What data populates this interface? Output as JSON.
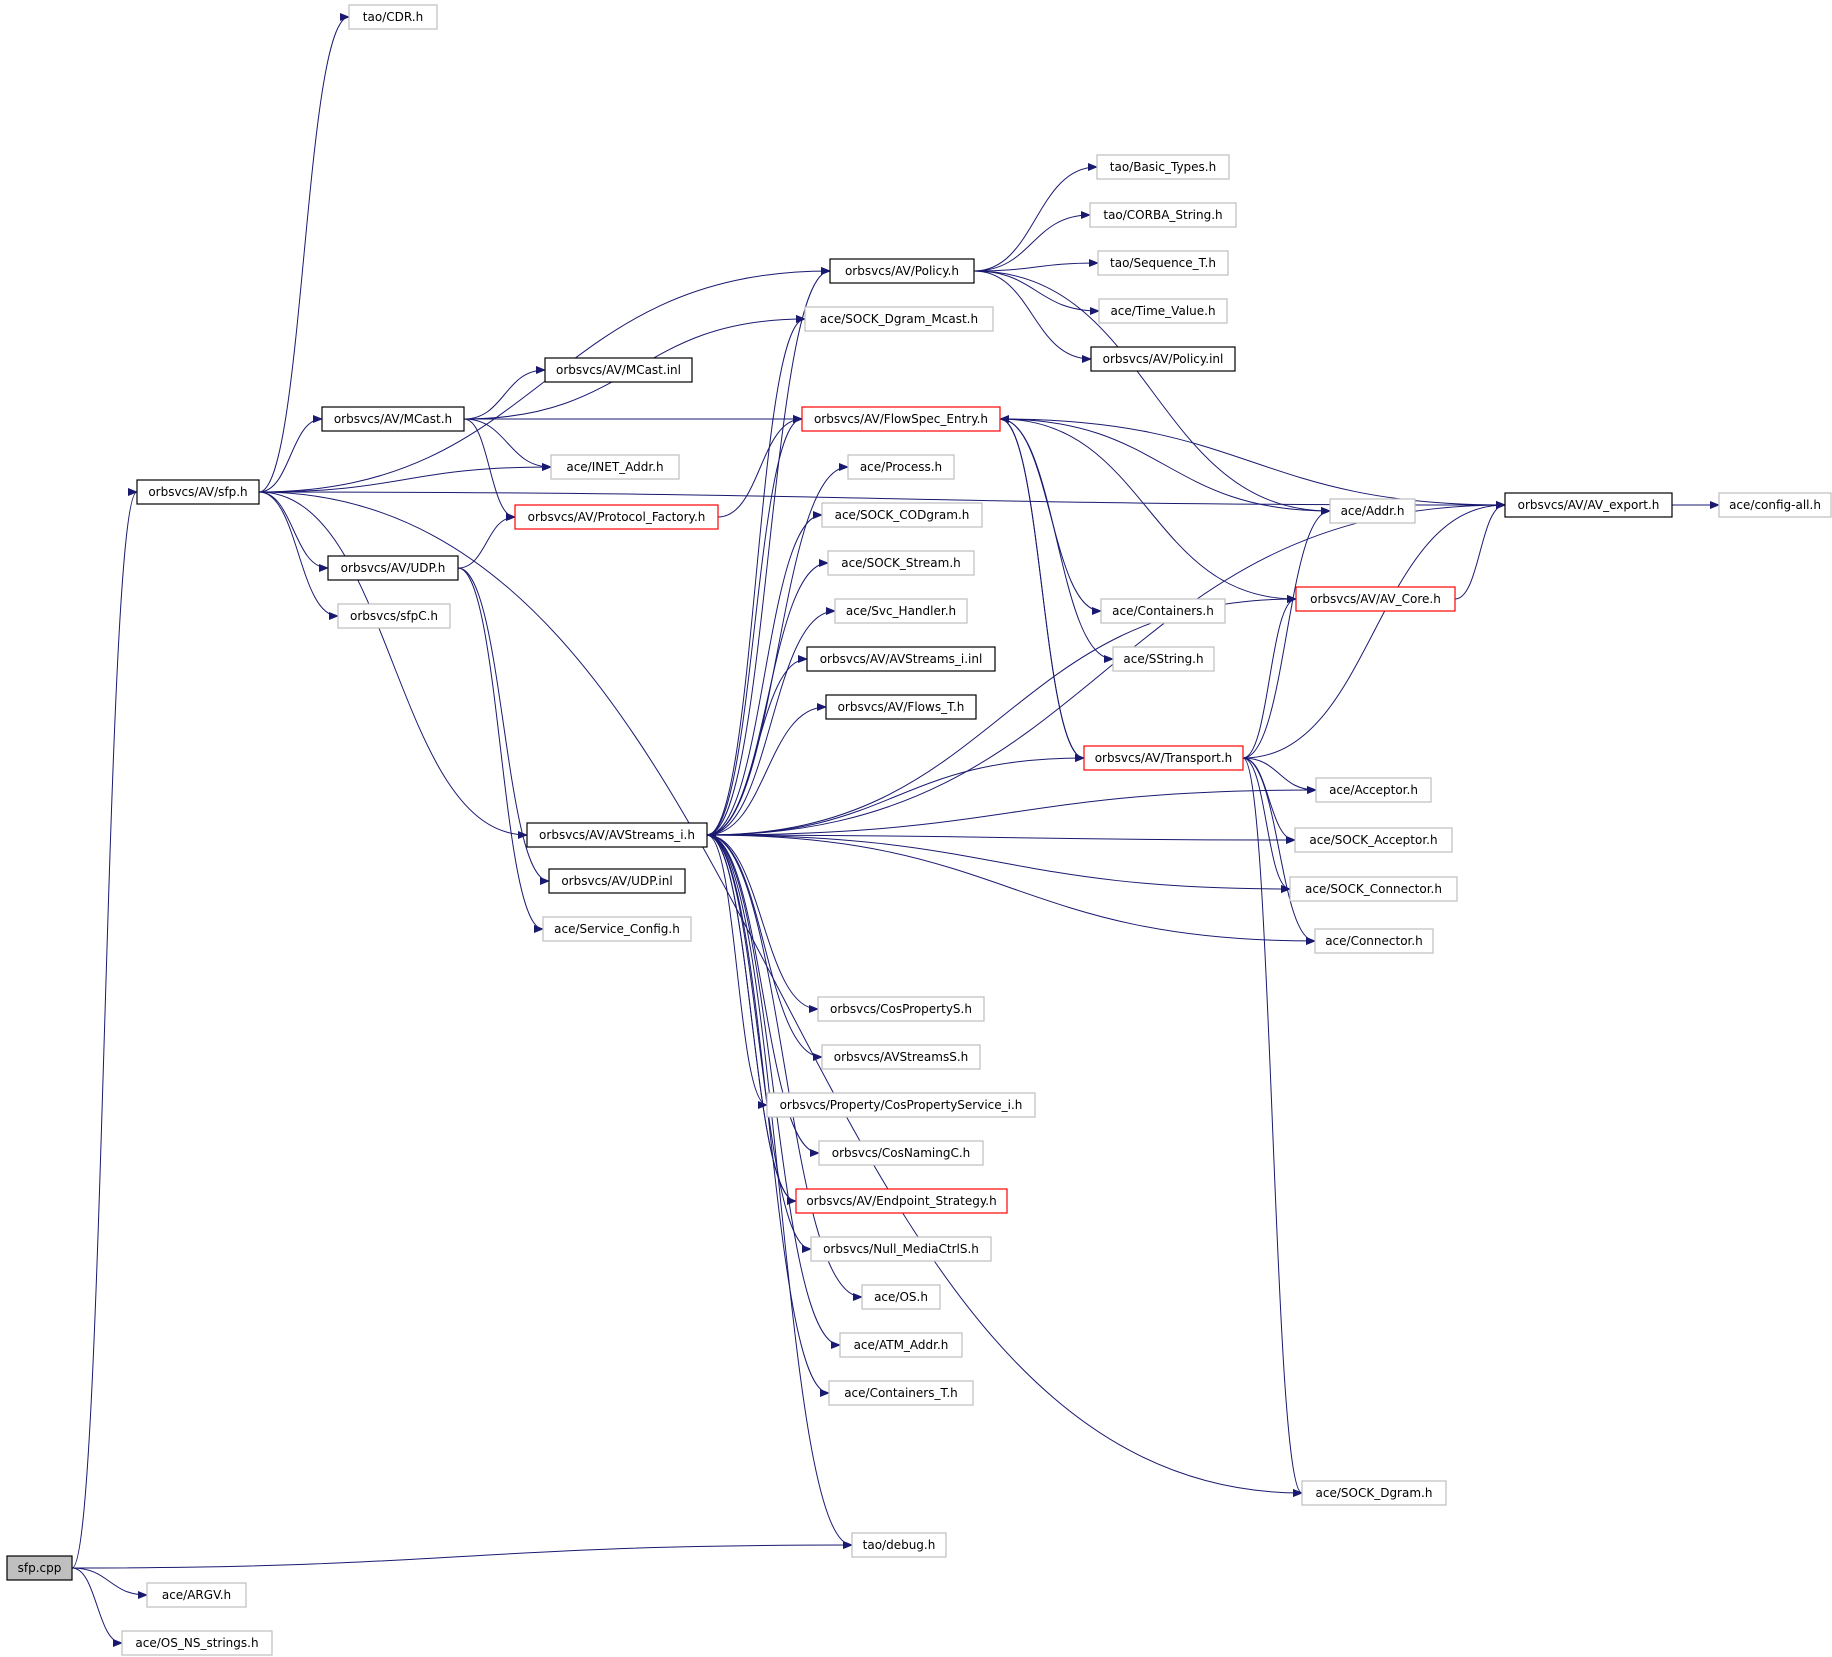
{
  "colors": {
    "edge": "#191970",
    "arrow": "#191970",
    "border_documented": "#000000",
    "border_undocumented": "#bfbfbf",
    "border_truncated": "#ff0000",
    "root_fill": "#bfbfbf",
    "fill": "#ffffff"
  },
  "nodes": [
    {
      "id": "sfp_cpp",
      "label": "sfp.cpp",
      "style": "root"
    },
    {
      "id": "sfp_h",
      "label": "orbsvcs/AV/sfp.h",
      "style": "documented"
    },
    {
      "id": "cdr",
      "label": "tao/CDR.h",
      "style": "undocumented"
    },
    {
      "id": "mcast_h",
      "label": "orbsvcs/AV/MCast.h",
      "style": "documented"
    },
    {
      "id": "udp_h",
      "label": "orbsvcs/AV/UDP.h",
      "style": "documented"
    },
    {
      "id": "sfpc",
      "label": "orbsvcs/sfpC.h",
      "style": "undocumented"
    },
    {
      "id": "mcast_inl",
      "label": "orbsvcs/AV/MCast.inl",
      "style": "documented"
    },
    {
      "id": "inet_addr",
      "label": "ace/INET_Addr.h",
      "style": "undocumented"
    },
    {
      "id": "proto_fact",
      "label": "orbsvcs/AV/Protocol_Factory.h",
      "style": "truncated"
    },
    {
      "id": "avstreams_i",
      "label": "orbsvcs/AV/AVStreams_i.h",
      "style": "documented"
    },
    {
      "id": "udp_inl",
      "label": "orbsvcs/AV/UDP.inl",
      "style": "documented"
    },
    {
      "id": "svc_config",
      "label": "ace/Service_Config.h",
      "style": "undocumented"
    },
    {
      "id": "policy_h",
      "label": "orbsvcs/AV/Policy.h",
      "style": "documented"
    },
    {
      "id": "sock_dgram_mcast",
      "label": "ace/SOCK_Dgram_Mcast.h",
      "style": "undocumented"
    },
    {
      "id": "flowspec",
      "label": "orbsvcs/AV/FlowSpec_Entry.h",
      "style": "truncated"
    },
    {
      "id": "process",
      "label": "ace/Process.h",
      "style": "undocumented"
    },
    {
      "id": "sock_codgram",
      "label": "ace/SOCK_CODgram.h",
      "style": "undocumented"
    },
    {
      "id": "sock_stream",
      "label": "ace/SOCK_Stream.h",
      "style": "undocumented"
    },
    {
      "id": "svc_handler",
      "label": "ace/Svc_Handler.h",
      "style": "undocumented"
    },
    {
      "id": "avstreams_i_inl",
      "label": "orbsvcs/AV/AVStreams_i.inl",
      "style": "documented"
    },
    {
      "id": "flows_t",
      "label": "orbsvcs/AV/Flows_T.h",
      "style": "documented"
    },
    {
      "id": "basic_types",
      "label": "tao/Basic_Types.h",
      "style": "undocumented"
    },
    {
      "id": "corba_string",
      "label": "tao/CORBA_String.h",
      "style": "undocumented"
    },
    {
      "id": "sequence_t",
      "label": "tao/Sequence_T.h",
      "style": "undocumented"
    },
    {
      "id": "time_value",
      "label": "ace/Time_Value.h",
      "style": "undocumented"
    },
    {
      "id": "policy_inl",
      "label": "orbsvcs/AV/Policy.inl",
      "style": "documented"
    },
    {
      "id": "addr",
      "label": "ace/Addr.h",
      "style": "undocumented"
    },
    {
      "id": "containers",
      "label": "ace/Containers.h",
      "style": "undocumented"
    },
    {
      "id": "sstring",
      "label": "ace/SString.h",
      "style": "undocumented"
    },
    {
      "id": "av_core",
      "label": "orbsvcs/AV/AV_Core.h",
      "style": "truncated"
    },
    {
      "id": "av_export",
      "label": "orbsvcs/AV/AV_export.h",
      "style": "documented"
    },
    {
      "id": "config_all",
      "label": "ace/config-all.h",
      "style": "undocumented"
    },
    {
      "id": "transport",
      "label": "orbsvcs/AV/Transport.h",
      "style": "truncated"
    },
    {
      "id": "acceptor",
      "label": "ace/Acceptor.h",
      "style": "undocumented"
    },
    {
      "id": "sock_acceptor",
      "label": "ace/SOCK_Acceptor.h",
      "style": "undocumented"
    },
    {
      "id": "sock_connector",
      "label": "ace/SOCK_Connector.h",
      "style": "undocumented"
    },
    {
      "id": "connector",
      "label": "ace/Connector.h",
      "style": "undocumented"
    },
    {
      "id": "cosprops",
      "label": "orbsvcs/CosPropertyS.h",
      "style": "undocumented"
    },
    {
      "id": "avstreamss",
      "label": "orbsvcs/AVStreamsS.h",
      "style": "undocumented"
    },
    {
      "id": "cosprop_svc",
      "label": "orbsvcs/Property/CosPropertyService_i.h",
      "style": "undocumented"
    },
    {
      "id": "cosnamingc",
      "label": "orbsvcs/CosNamingC.h",
      "style": "undocumented"
    },
    {
      "id": "endpoint",
      "label": "orbsvcs/AV/Endpoint_Strategy.h",
      "style": "truncated"
    },
    {
      "id": "null_media",
      "label": "orbsvcs/Null_MediaCtrlS.h",
      "style": "undocumented"
    },
    {
      "id": "ace_os",
      "label": "ace/OS.h",
      "style": "undocumented"
    },
    {
      "id": "atm_addr",
      "label": "ace/ATM_Addr.h",
      "style": "undocumented"
    },
    {
      "id": "containers_t",
      "label": "ace/Containers_T.h",
      "style": "undocumented"
    },
    {
      "id": "sock_dgram",
      "label": "ace/SOCK_Dgram.h",
      "style": "undocumented"
    },
    {
      "id": "tao_debug",
      "label": "tao/debug.h",
      "style": "undocumented"
    },
    {
      "id": "argv",
      "label": "ace/ARGV.h",
      "style": "undocumented"
    },
    {
      "id": "os_ns_strings",
      "label": "ace/OS_NS_strings.h",
      "style": "undocumented"
    }
  ],
  "edges": [
    [
      "sfp_cpp",
      "sfp_h"
    ],
    [
      "sfp_cpp",
      "tao_debug"
    ],
    [
      "sfp_cpp",
      "argv"
    ],
    [
      "sfp_cpp",
      "os_ns_strings"
    ],
    [
      "sfp_h",
      "cdr"
    ],
    [
      "sfp_h",
      "av_export"
    ],
    [
      "sfp_h",
      "policy_h"
    ],
    [
      "sfp_h",
      "mcast_h"
    ],
    [
      "sfp_h",
      "inet_addr"
    ],
    [
      "sfp_h",
      "udp_h"
    ],
    [
      "sfp_h",
      "sfpc"
    ],
    [
      "sfp_h",
      "avstreams_i"
    ],
    [
      "sfp_h",
      "sock_dgram"
    ],
    [
      "mcast_h",
      "sock_dgram_mcast"
    ],
    [
      "mcast_h",
      "mcast_inl"
    ],
    [
      "mcast_h",
      "flowspec"
    ],
    [
      "mcast_h",
      "inet_addr"
    ],
    [
      "mcast_h",
      "proto_fact"
    ],
    [
      "udp_h",
      "proto_fact"
    ],
    [
      "udp_h",
      "udp_inl"
    ],
    [
      "udp_h",
      "svc_config"
    ],
    [
      "proto_fact",
      "flowspec"
    ],
    [
      "policy_h",
      "basic_types"
    ],
    [
      "policy_h",
      "corba_string"
    ],
    [
      "policy_h",
      "sequence_t"
    ],
    [
      "policy_h",
      "time_value"
    ],
    [
      "policy_h",
      "policy_inl"
    ],
    [
      "policy_h",
      "addr"
    ],
    [
      "flowspec",
      "av_export"
    ],
    [
      "flowspec",
      "addr"
    ],
    [
      "flowspec",
      "containers"
    ],
    [
      "flowspec",
      "sstring"
    ],
    [
      "flowspec",
      "av_core"
    ],
    [
      "flowspec",
      "transport"
    ],
    [
      "transport",
      "flowspec"
    ],
    [
      "transport",
      "addr"
    ],
    [
      "transport",
      "av_core"
    ],
    [
      "transport",
      "av_export"
    ],
    [
      "transport",
      "acceptor"
    ],
    [
      "transport",
      "sock_acceptor"
    ],
    [
      "transport",
      "sock_connector"
    ],
    [
      "transport",
      "connector"
    ],
    [
      "transport",
      "sock_dgram"
    ],
    [
      "av_core",
      "av_export"
    ],
    [
      "av_export",
      "config_all"
    ],
    [
      "avstreams_i",
      "flowspec"
    ],
    [
      "avstreams_i",
      "policy_h"
    ],
    [
      "avstreams_i",
      "sock_dgram_mcast"
    ],
    [
      "avstreams_i",
      "process"
    ],
    [
      "avstreams_i",
      "sock_codgram"
    ],
    [
      "avstreams_i",
      "sock_stream"
    ],
    [
      "avstreams_i",
      "svc_handler"
    ],
    [
      "avstreams_i",
      "avstreams_i_inl"
    ],
    [
      "avstreams_i",
      "flows_t"
    ],
    [
      "avstreams_i",
      "transport"
    ],
    [
      "avstreams_i",
      "acceptor"
    ],
    [
      "avstreams_i",
      "sock_acceptor"
    ],
    [
      "avstreams_i",
      "sock_connector"
    ],
    [
      "avstreams_i",
      "connector"
    ],
    [
      "avstreams_i",
      "cosprops"
    ],
    [
      "avstreams_i",
      "avstreamss"
    ],
    [
      "avstreams_i",
      "cosprop_svc"
    ],
    [
      "avstreams_i",
      "cosnamingc"
    ],
    [
      "avstreams_i",
      "endpoint"
    ],
    [
      "avstreams_i",
      "null_media"
    ],
    [
      "avstreams_i",
      "ace_os"
    ],
    [
      "avstreams_i",
      "atm_addr"
    ],
    [
      "avstreams_i",
      "containers_t"
    ],
    [
      "avstreams_i",
      "tao_debug"
    ],
    [
      "avstreams_i",
      "av_core"
    ],
    [
      "avstreams_i",
      "av_export"
    ],
    [
      "endpoint",
      "avstreams_i"
    ]
  ]
}
